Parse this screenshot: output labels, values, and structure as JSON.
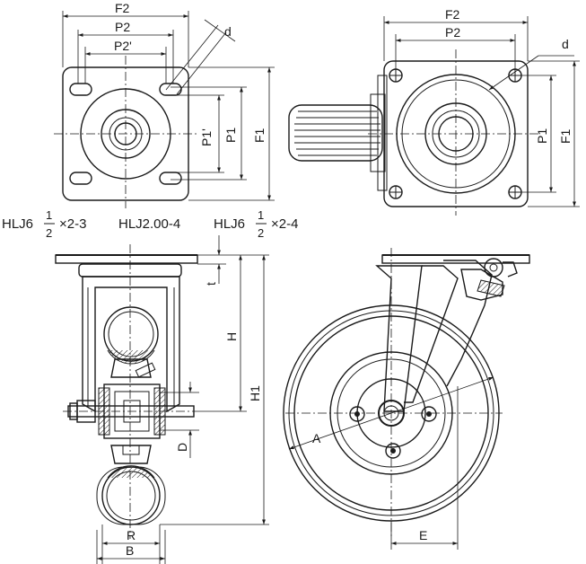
{
  "labels": {
    "top_left": {
      "f2": "F2",
      "p2": "P2",
      "p2_prime": "P2'",
      "d": "d",
      "p1_prime": "P1'",
      "p1": "P1",
      "f1": "F1"
    },
    "top_right": {
      "f2": "F2",
      "p2": "P2",
      "d": "d",
      "p1": "P1",
      "f1": "F1"
    },
    "front": {
      "t": "t",
      "h": "H",
      "h1": "H1",
      "d_upper": "D",
      "r": "R",
      "b": "B"
    },
    "side": {
      "a": "A",
      "e": "E"
    }
  },
  "models": [
    {
      "prefix": "HLJ6",
      "frac_num": "1",
      "frac_den": "2",
      "suffix": "×2-3"
    },
    {
      "text": "HLJ2.00-4"
    },
    {
      "prefix": "HLJ6",
      "frac_num": "1",
      "frac_den": "2",
      "suffix": "×2-4"
    }
  ]
}
